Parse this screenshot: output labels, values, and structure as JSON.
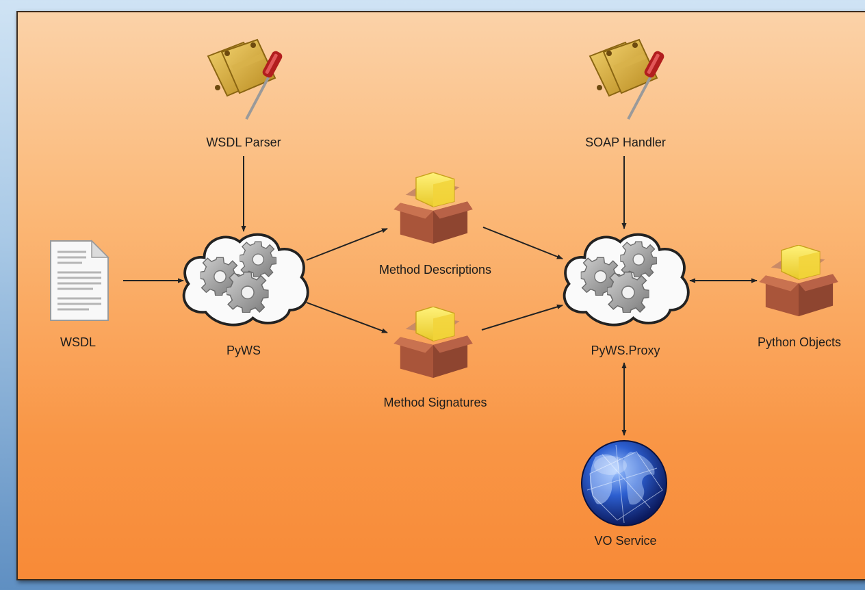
{
  "nodes": {
    "wsdl_parser": {
      "label": "WSDL Parser",
      "icon": "parts-tool-icon"
    },
    "soap_handler": {
      "label": "SOAP Handler",
      "icon": "parts-tool-icon"
    },
    "wsdl": {
      "label": "WSDL",
      "icon": "document-icon"
    },
    "pyws": {
      "label": "PyWS",
      "icon": "cloud-gears-icon"
    },
    "method_descriptions": {
      "label": "Method Descriptions",
      "icon": "package-box-icon"
    },
    "method_signatures": {
      "label": "Method Signatures",
      "icon": "package-box-icon"
    },
    "pyws_proxy": {
      "label": "PyWS.Proxy",
      "icon": "cloud-gears-icon"
    },
    "python_objects": {
      "label": "Python Objects",
      "icon": "package-box-icon"
    },
    "vo_service": {
      "label": "VO Service",
      "icon": "globe-icon"
    }
  },
  "edges": [
    {
      "from": "wsdl_parser",
      "to": "pyws",
      "direction": "forward"
    },
    {
      "from": "wsdl",
      "to": "pyws",
      "direction": "forward"
    },
    {
      "from": "pyws",
      "to": "method_descriptions",
      "direction": "forward"
    },
    {
      "from": "pyws",
      "to": "method_signatures",
      "direction": "forward"
    },
    {
      "from": "method_descriptions",
      "to": "pyws_proxy",
      "direction": "forward"
    },
    {
      "from": "method_signatures",
      "to": "pyws_proxy",
      "direction": "forward"
    },
    {
      "from": "soap_handler",
      "to": "pyws_proxy",
      "direction": "forward"
    },
    {
      "from": "pyws_proxy",
      "to": "python_objects",
      "direction": "both"
    },
    {
      "from": "pyws_proxy",
      "to": "vo_service",
      "direction": "both"
    }
  ],
  "colors": {
    "panel_top": "#fbd2a8",
    "panel_bottom": "#f88a37",
    "border": "#3b2b1e",
    "box": "#a9553a",
    "box_light": "#f4e33a"
  }
}
